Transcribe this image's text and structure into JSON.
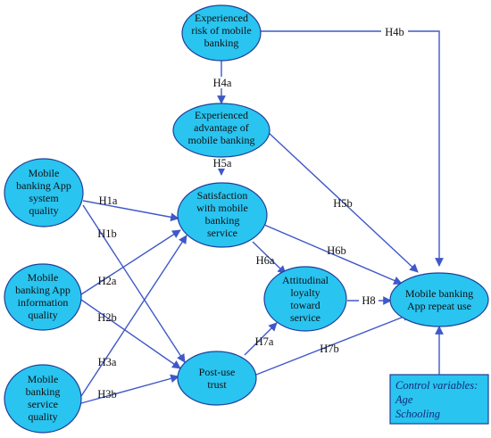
{
  "nodes": {
    "risk": [
      "Experienced",
      "risk of mobile",
      "banking"
    ],
    "advantage": [
      "Experienced",
      "advantage of",
      "mobile banking"
    ],
    "satisfaction": [
      "Satisfaction",
      "with mobile",
      "banking",
      "service"
    ],
    "sys_quality": [
      "Mobile",
      "banking App",
      "system",
      "quality"
    ],
    "info_quality": [
      "Mobile",
      "banking App",
      "information",
      "quality"
    ],
    "svc_quality": [
      "Mobile",
      "banking",
      "service",
      "quality"
    ],
    "loyalty": [
      "Attitudinal",
      "loyalty",
      "toward",
      "service"
    ],
    "trust": [
      "Post-use",
      "trust"
    ],
    "repeat_use": [
      "Mobile banking",
      "App repeat use"
    ]
  },
  "hypotheses": {
    "H4a": "H4a",
    "H4b": "H4b",
    "H5a": "H5a",
    "H5b": "H5b",
    "H1a": "H1a",
    "H1b": "H1b",
    "H2a": "H2a",
    "H2b": "H2b",
    "H3a": "H3a",
    "H3b": "H3b",
    "H6a": "H6a",
    "H6b": "H6b",
    "H7a": "H7a",
    "H7b": "H7b",
    "H8": "H8"
  },
  "controls": [
    "Control variables:",
    "Age",
    "Schooling"
  ],
  "colors": {
    "node_fill": "#29c4f0",
    "edge": "#3f58c8",
    "border": "#1f3f9a"
  }
}
